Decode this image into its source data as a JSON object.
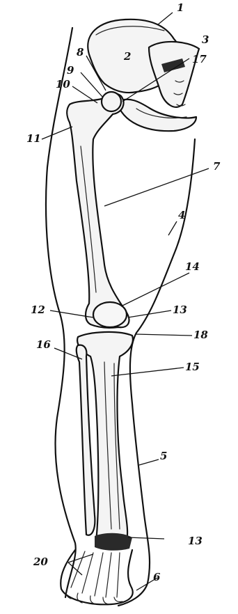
{
  "labels": {
    "l1": "1",
    "l2": "2",
    "l3": "3",
    "l4": "4",
    "l5": "5",
    "l6": "6",
    "l7": "7",
    "l8": "8",
    "l9": "9",
    "l10": "10",
    "l11": "11",
    "l12": "12",
    "l13a": "13",
    "l13b": "13",
    "l14": "14",
    "l15": "15",
    "l16": "16",
    "l17": "17",
    "l18": "18",
    "l20": "20"
  }
}
